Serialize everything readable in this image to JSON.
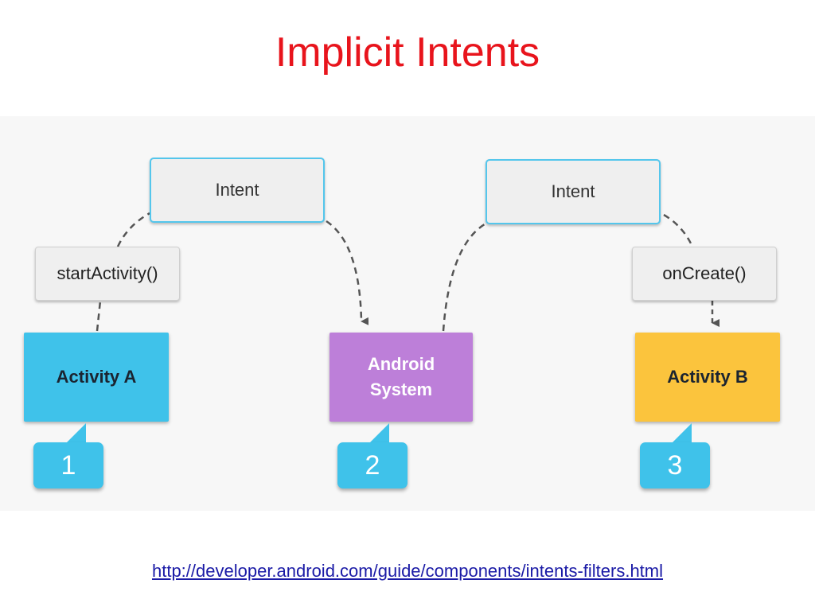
{
  "slide": {
    "title": "Implicit Intents",
    "source_url": "http://developer.android.com/guide/components/intents-filters.html"
  },
  "diagram": {
    "intent_left": "Intent",
    "intent_right": "Intent",
    "start_activity": "startActivity()",
    "on_create": "onCreate()",
    "activity_a": "Activity A",
    "android_system": "Android\nSystem",
    "activity_b": "Activity B",
    "steps": [
      "1",
      "2",
      "3"
    ]
  },
  "colors": {
    "title": "#e8141c",
    "link": "#1a1aa6",
    "intent_border": "#54c6ec",
    "activity_a": "#3fc2ea",
    "android_system": "#bd7fd9",
    "activity_b": "#fbc43d",
    "step_bubble": "#3fc2ea",
    "connector": "#555555"
  }
}
